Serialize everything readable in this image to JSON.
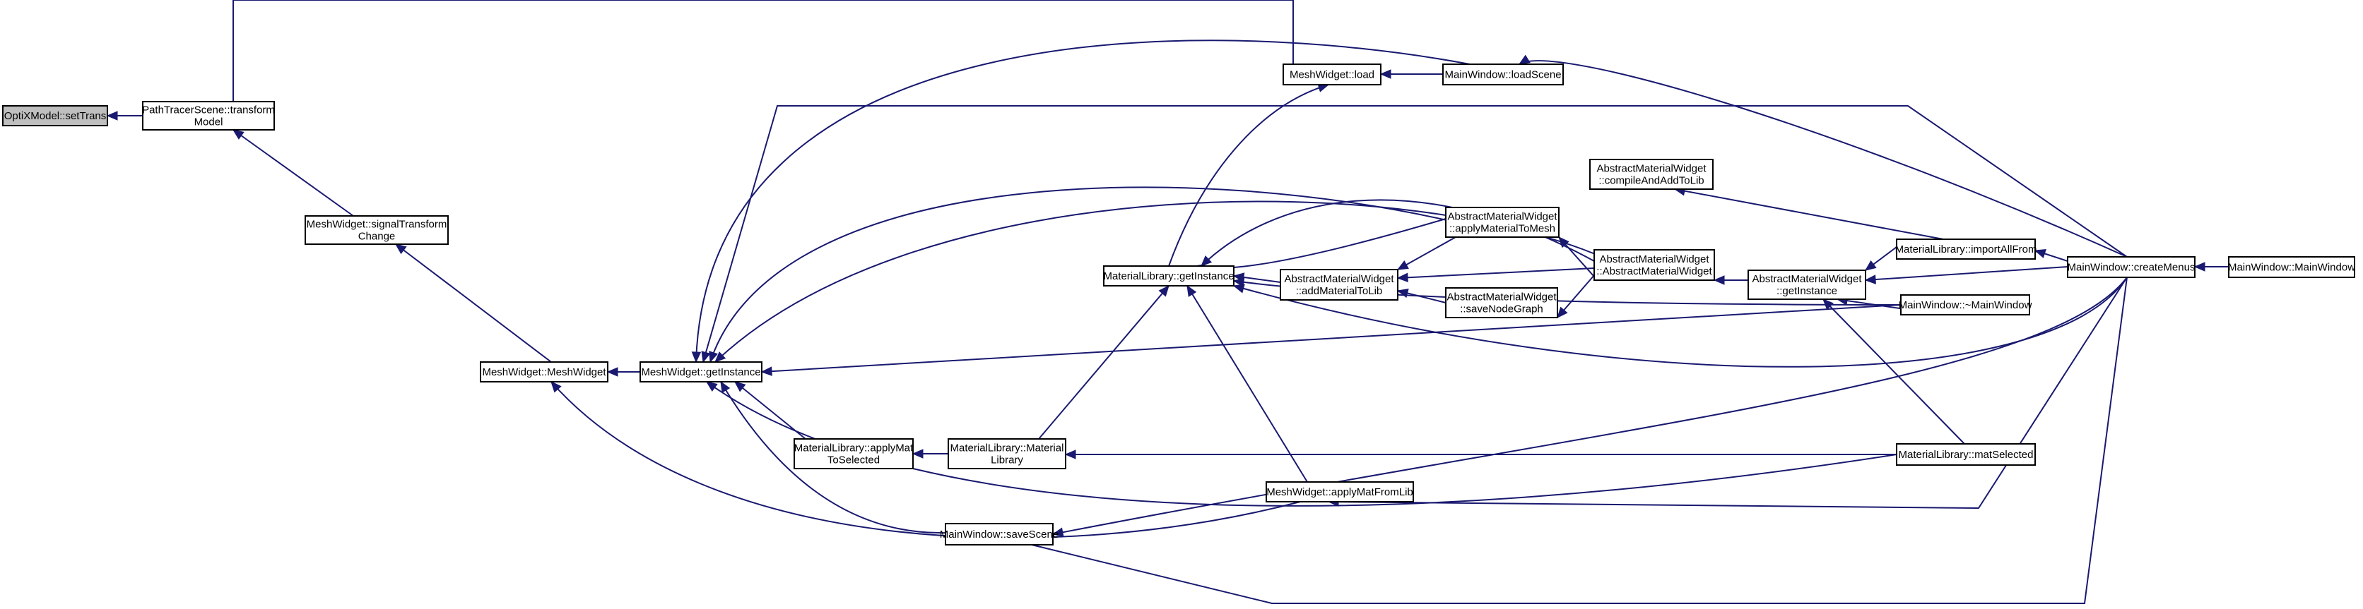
{
  "graph": {
    "kind": "caller graph",
    "colors": {
      "edge": "#191970",
      "node_border": "#000000",
      "root_fill": "#bfbfbf",
      "node_fill": "#ffffff"
    },
    "nodes": [
      {
        "id": "n0",
        "lines": [
          "OptiXModel::setTrans"
        ],
        "root": true
      },
      {
        "id": "n1",
        "lines": [
          "PathTracerScene::transform",
          "Model"
        ]
      },
      {
        "id": "n2",
        "lines": [
          "MeshWidget::signalTransform",
          "Change"
        ]
      },
      {
        "id": "n3",
        "lines": [
          "MeshWidget::MeshWidget"
        ]
      },
      {
        "id": "n4",
        "lines": [
          "MeshWidget::getInstance"
        ]
      },
      {
        "id": "n5",
        "lines": [
          "MeshWidget::load"
        ]
      },
      {
        "id": "n6",
        "lines": [
          "MainWindow::loadScene"
        ]
      },
      {
        "id": "n7",
        "lines": [
          "MaterialLibrary::getInstance"
        ]
      },
      {
        "id": "n8",
        "lines": [
          "MaterialLibrary::applyMat",
          "ToSelected"
        ]
      },
      {
        "id": "n9",
        "lines": [
          "MaterialLibrary::Material",
          "Library"
        ]
      },
      {
        "id": "n10",
        "lines": [
          "MainWindow::saveScene"
        ]
      },
      {
        "id": "n11",
        "lines": [
          "MeshWidget::applyMatFromLib"
        ]
      },
      {
        "id": "n12",
        "lines": [
          "AbstractMaterialWidget",
          "::addMaterialToLib"
        ]
      },
      {
        "id": "n13",
        "lines": [
          "AbstractMaterialWidget",
          "::applyMaterialToMesh"
        ]
      },
      {
        "id": "n14",
        "lines": [
          "AbstractMaterialWidget",
          "::saveNodeGraph"
        ]
      },
      {
        "id": "n15",
        "lines": [
          "AbstractMaterialWidget",
          "::compileAndAddToLib"
        ]
      },
      {
        "id": "n16",
        "lines": [
          "AbstractMaterialWidget",
          "::AbstractMaterialWidget"
        ]
      },
      {
        "id": "n17",
        "lines": [
          "AbstractMaterialWidget",
          "::getInstance"
        ]
      },
      {
        "id": "n18",
        "lines": [
          "MaterialLibrary::importAllFrom"
        ]
      },
      {
        "id": "n19",
        "lines": [
          "MainWindow::~MainWindow"
        ]
      },
      {
        "id": "n20",
        "lines": [
          "MaterialLibrary::matSelected"
        ]
      },
      {
        "id": "n21",
        "lines": [
          "MainWindow::createMenus"
        ]
      },
      {
        "id": "n22",
        "lines": [
          "MainWindow::MainWindow"
        ]
      }
    ],
    "edges": [
      {
        "from": "n1",
        "to": "n0"
      },
      {
        "from": "n5",
        "to": "n1"
      },
      {
        "from": "n2",
        "to": "n1"
      },
      {
        "from": "n3",
        "to": "n2"
      },
      {
        "from": "n4",
        "to": "n3"
      },
      {
        "from": "n6",
        "to": "n5"
      },
      {
        "from": "n21",
        "to": "n6"
      },
      {
        "from": "n6",
        "to": "n4"
      },
      {
        "from": "n21",
        "to": "n4"
      },
      {
        "from": "n13",
        "to": "n4"
      },
      {
        "from": "n16",
        "to": "n4"
      },
      {
        "from": "n19",
        "to": "n4"
      },
      {
        "from": "n8",
        "to": "n4"
      },
      {
        "from": "n10",
        "to": "n4"
      },
      {
        "from": "n20",
        "to": "n4"
      },
      {
        "from": "n11",
        "to": "n3"
      },
      {
        "from": "n7",
        "to": "n5"
      },
      {
        "from": "n12",
        "to": "n7"
      },
      {
        "from": "n13",
        "to": "n7"
      },
      {
        "from": "n16",
        "to": "n7"
      },
      {
        "from": "n19",
        "to": "n7"
      },
      {
        "from": "n21",
        "to": "n7"
      },
      {
        "from": "n11",
        "to": "n7"
      },
      {
        "from": "n9",
        "to": "n7"
      },
      {
        "from": "n9",
        "to": "n8"
      },
      {
        "from": "n20",
        "to": "n9"
      },
      {
        "from": "n10",
        "to": "n11"
      },
      {
        "from": "n21",
        "to": "n10"
      },
      {
        "from": "n13",
        "to": "n12"
      },
      {
        "from": "n16",
        "to": "n12"
      },
      {
        "from": "n14",
        "to": "n12"
      },
      {
        "from": "n16",
        "to": "n13"
      },
      {
        "from": "n16",
        "to": "n14"
      },
      {
        "from": "n18",
        "to": "n15"
      },
      {
        "from": "n17",
        "to": "n16"
      },
      {
        "from": "n18",
        "to": "n17"
      },
      {
        "from": "n21",
        "to": "n17"
      },
      {
        "from": "n19",
        "to": "n17"
      },
      {
        "from": "n20",
        "to": "n17"
      },
      {
        "from": "n21",
        "to": "n18"
      },
      {
        "from": "n22",
        "to": "n21"
      }
    ]
  }
}
